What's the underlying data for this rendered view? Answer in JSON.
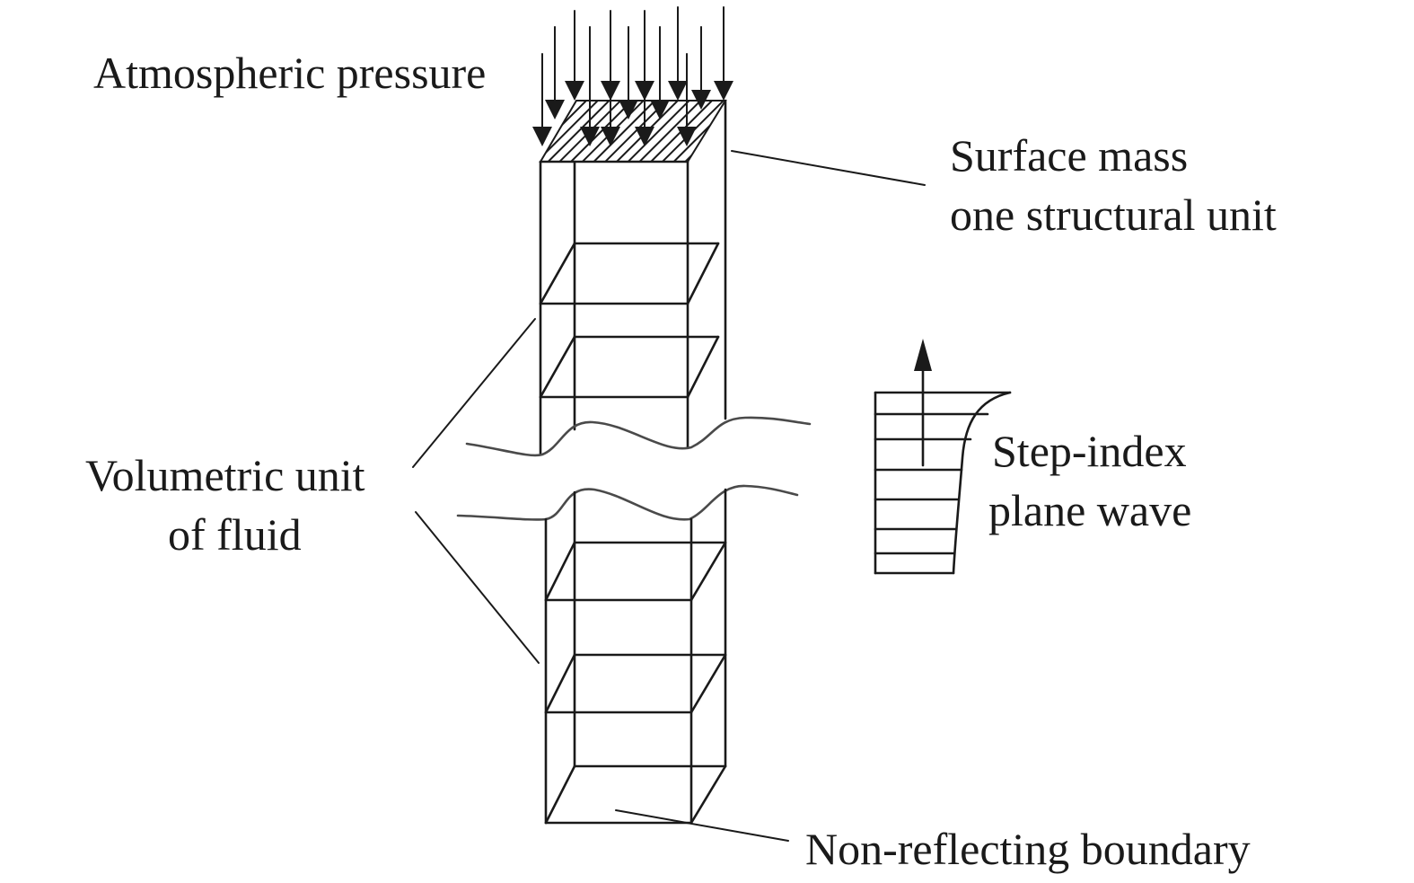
{
  "labels": {
    "atmospheric_pressure": "Atmospheric pressure",
    "surface_mass_line1": "Surface mass",
    "surface_mass_line2": "one structural unit",
    "volumetric_line1": "Volumetric unit",
    "volumetric_line2": "of fluid",
    "step_index_line1": "Step-index",
    "step_index_line2": "plane wave",
    "non_reflecting": "Non-reflecting boundary"
  },
  "colors": {
    "stroke": "#1a1a1a",
    "fluid_cut": "#4a4a4a",
    "background": "#ffffff"
  }
}
